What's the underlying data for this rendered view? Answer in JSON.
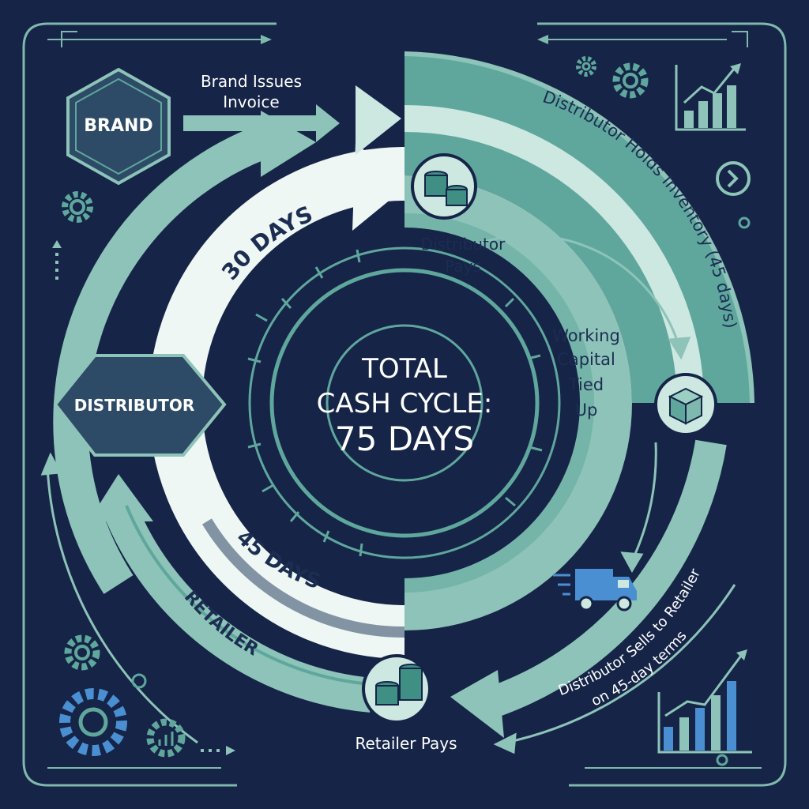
{
  "nodes": {
    "brand": "BRAND",
    "distributor": "DISTRIBUTOR"
  },
  "center": {
    "line1": "TOTAL",
    "line2": "CASH CYCLE:",
    "line3": "75 DAYS"
  },
  "arc_labels": {
    "days_30": "30 DAYS",
    "days_45": "45 DAYS",
    "retailer": "RETAILER"
  },
  "steps": {
    "brand_issues_line1": "Brand Issues",
    "brand_issues_line2": "Invoice",
    "distributor_pays_line1": "Distributor",
    "distributor_pays_line2": "Pays",
    "holds_inventory": "Distributor Holds Inventory (45 days)",
    "working_capital_line1": "Working",
    "working_capital_line2": "Capital",
    "working_capital_line3": "Tied",
    "working_capital_line4": "Up",
    "sells_line1": "Distributor Sells to Retailer",
    "sells_line2": "on 45-day terms",
    "retailer_pays": "Retailer Pays"
  },
  "colors": {
    "background": "#152447",
    "teal": "#8dc3b8",
    "teal_dark": "#5fa79c",
    "pale": "#e8f4f1",
    "navy_node": "#2d4a66",
    "blue_accent": "#4a8fd1"
  }
}
